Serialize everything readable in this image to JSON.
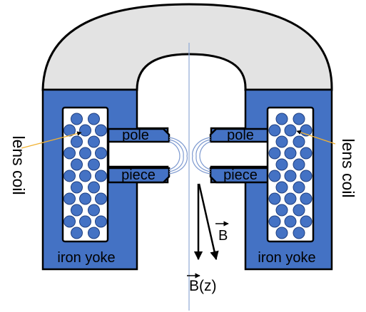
{
  "labels": {
    "pole": "pole",
    "piece": "piece",
    "iron_yoke": "iron yoke",
    "lens_coil": "lens coil",
    "b_vec": "B",
    "b_z": "B(z)"
  },
  "colors": {
    "yoke_blue": "#4472c4",
    "outline": "#000000",
    "cap_gray": "#e3e3e3",
    "coil_bg": "#ffffff",
    "axis_line": "#8fa9d6",
    "field_lines": "#7e9ad0",
    "leader_line": "#f2b233"
  }
}
